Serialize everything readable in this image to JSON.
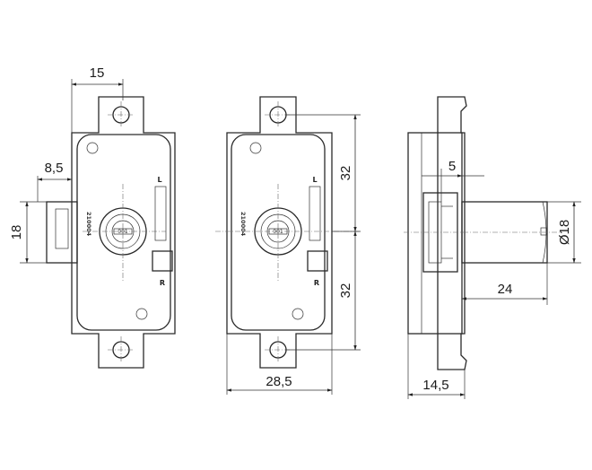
{
  "dimensions": {
    "width_15": "15",
    "offset_8_5": "8,5",
    "height_18": "18",
    "hole_pitch_top": "32",
    "hole_pitch_bottom": "32",
    "body_width": "28,5",
    "bolt_offset": "5",
    "cylinder_diameter": "Ø18",
    "cylinder_length": "24",
    "depth": "14,5"
  },
  "markings": {
    "serial_left": "210004",
    "serial_middle": "210004",
    "left_mark_left": "L",
    "right_mark_left": "R",
    "left_mark_middle": "L",
    "right_mark_middle": "R",
    "key_number_left": "001",
    "key_number_middle": "001"
  },
  "colors": {
    "line": "#2a2a2a",
    "fill_light": "#f2f2f2",
    "fill_mid": "#d6d6d6",
    "fill_dark": "#9a9a9a"
  }
}
